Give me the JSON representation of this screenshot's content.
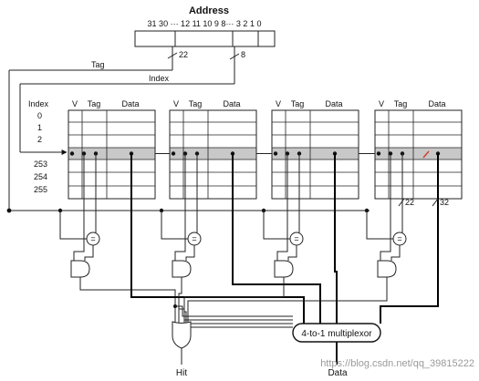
{
  "address": {
    "title": "Address",
    "bits_label": "31 30 ··· 12 11 10 9 8··· 3 2 1 0",
    "tag_width": "22",
    "index_width": "8"
  },
  "signals": {
    "tag": "Tag",
    "index": "Index"
  },
  "index_rows": {
    "header": "Index",
    "top": [
      "0",
      "1",
      "2"
    ],
    "bottom": [
      "253",
      "254",
      "255"
    ]
  },
  "way_columns": {
    "valid": "V",
    "tag": "Tag",
    "data": "Data"
  },
  "comparator": {
    "symbol": "="
  },
  "widths": {
    "tag_bus": "22",
    "data_bus": "32"
  },
  "mux": {
    "label": "4-to-1 multiplexor"
  },
  "outputs": {
    "hit": "Hit",
    "data": "Data"
  },
  "watermark": "https://blog.csdn.net/qq_39815222",
  "colors": {
    "selected_row": "#c8c8c8",
    "cursor_mark": "#d23a2a",
    "wire_thin": "#222222",
    "wire_thick": "#000000"
  }
}
